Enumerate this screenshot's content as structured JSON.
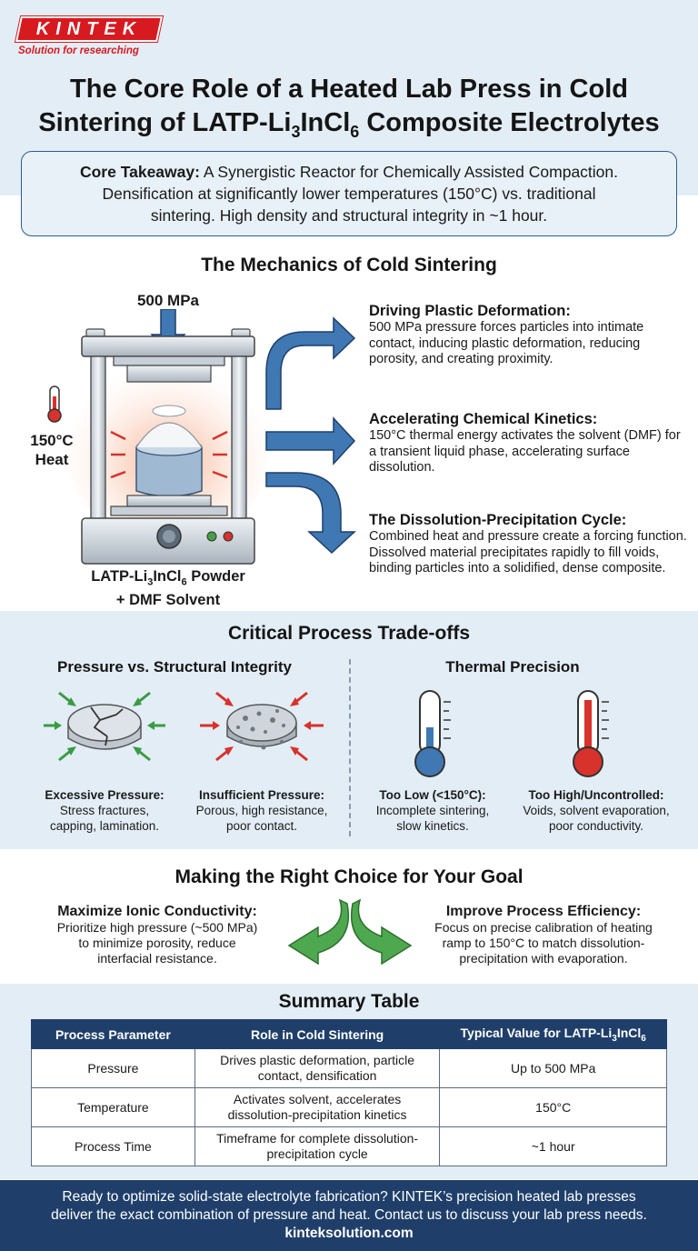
{
  "brand": {
    "logo": "KINTEK",
    "tagline": "Solution for researching"
  },
  "title": {
    "line1": "The Core Role of a Heated Lab Press in Cold",
    "line2_pre": "Sintering of LATP-Li",
    "line2_sub1": "3",
    "line2_mid": "InCl",
    "line2_sub2": "6",
    "line2_post": " Composite Electrolytes"
  },
  "takeaway": {
    "label": "Core Takeaway:",
    "text1": " A Synergistic Reactor for Chemically Assisted Compaction.",
    "text2": "Densification at significantly lower temperatures (150°C) vs. traditional",
    "text3": "sintering. High density and structural integrity in ~1 hour."
  },
  "mechanics": {
    "title": "The Mechanics of Cold Sintering",
    "pressure_label": "500 MPa",
    "heat_label_1": "150°C",
    "heat_label_2": "Heat",
    "powder_pre": "LATP-Li",
    "powder_sub1": "3",
    "powder_mid": "InCl",
    "powder_sub2": "6",
    "powder_post": " Powder",
    "solvent": "+ DMF Solvent",
    "items": [
      {
        "head": "Driving Plastic Deformation:",
        "body": "500 MPa pressure forces particles into intimate contact, inducing plastic deformation, reducing porosity, and creating proximity."
      },
      {
        "head": "Accelerating Chemical Kinetics:",
        "body": "150°C thermal energy activates the solvent (DMF) for a transient liquid phase, accelerating surface dissolution."
      },
      {
        "head": "The Dissolution-Precipitation Cycle:",
        "body": "Combined heat and pressure create a forcing function. Dissolved material precipitates rapidly to fill voids, binding particles into a solidified, dense composite."
      }
    ]
  },
  "tradeoffs": {
    "title": "Critical Process Trade-offs",
    "left_title": "Pressure vs. Structural Integrity",
    "right_title": "Thermal Precision",
    "excessive": {
      "head": "Excessive Pressure:",
      "l1": "Stress fractures,",
      "l2": "capping, lamination."
    },
    "insufficient": {
      "head": "Insufficient Pressure:",
      "l1": "Porous, high resistance,",
      "l2": "poor contact."
    },
    "low": {
      "head": "Too Low (<150°C):",
      "l1": "Incomplete sintering,",
      "l2": "slow kinetics."
    },
    "high": {
      "head": "Too High/Uncontrolled:",
      "l1": "Voids, solvent evaporation,",
      "l2": "poor conductivity."
    }
  },
  "choice": {
    "title": "Making the Right Choice for Your Goal",
    "left": {
      "head": "Maximize Ionic Conductivity:",
      "l1": "Prioritize high pressure (~500 MPa)",
      "l2": "to minimize porosity, reduce",
      "l3": "interfacial resistance."
    },
    "right": {
      "head": "Improve Process Efficiency:",
      "l1": "Focus on precise calibration of heating",
      "l2": "ramp to 150°C to match dissolution-",
      "l3": "precipitation with evaporation."
    }
  },
  "summary": {
    "title": "Summary Table",
    "headers": {
      "param": "Process Parameter",
      "role": "Role in Cold Sintering",
      "value_pre": "Typical Value for LATP-Li",
      "value_sub1": "3",
      "value_mid": "InCl",
      "value_sub2": "6"
    },
    "rows": [
      {
        "param": "Pressure",
        "role1": "Drives plastic deformation, particle",
        "role2": "contact, densification",
        "value": "Up to 500 MPa"
      },
      {
        "param": "Temperature",
        "role1": "Activates solvent, accelerates",
        "role2": "dissolution-precipitation kinetics",
        "value": "150°C"
      },
      {
        "param": "Process Time",
        "role1": "Timeframe for complete dissolution-",
        "role2": "precipitation cycle",
        "value": "~1 hour"
      }
    ]
  },
  "footer": {
    "line1": "Ready to optimize solid-state electrolyte fabrication? KINTEK’s precision heated lab presses",
    "line2": "deliver the exact combination of pressure and heat. Contact us to discuss your lab press needs.",
    "url": "kinteksolution.com"
  },
  "colors": {
    "navy": "#1f3f6a",
    "brand_red": "#d71920",
    "panel_blue": "#e3edf6",
    "arrow_blue": "#3f78b3",
    "arrow_green": "#3a9b43"
  }
}
